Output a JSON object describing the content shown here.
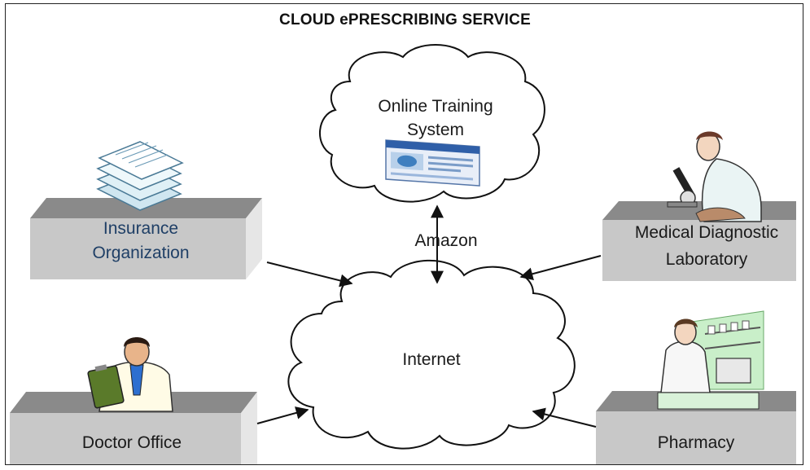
{
  "title": "CLOUD ePRESCRIBING SERVICE",
  "nodes": {
    "training": {
      "line1": "Online Training",
      "line2": "System"
    },
    "insurance": {
      "line1": "Insurance",
      "line2": "Organization"
    },
    "lab": {
      "line1": "Medical Diagnostic",
      "line2": "Laboratory"
    },
    "doctor": {
      "label": "Doctor Office"
    },
    "pharmacy": {
      "label": "Pharmacy"
    },
    "internet": {
      "label": "Internet"
    }
  },
  "edges": {
    "amazon": {
      "label": "Amazon"
    }
  },
  "icons": [
    "documents-icon",
    "browser-window-icon",
    "scientist-microscope-icon",
    "doctor-clipboard-icon",
    "pharmacist-icon"
  ],
  "colors": {
    "box_front": "#c8c8c8",
    "box_top": "#8a8a8a",
    "box_side": "#e6e6e6",
    "label_blue": "#1f3f66"
  }
}
